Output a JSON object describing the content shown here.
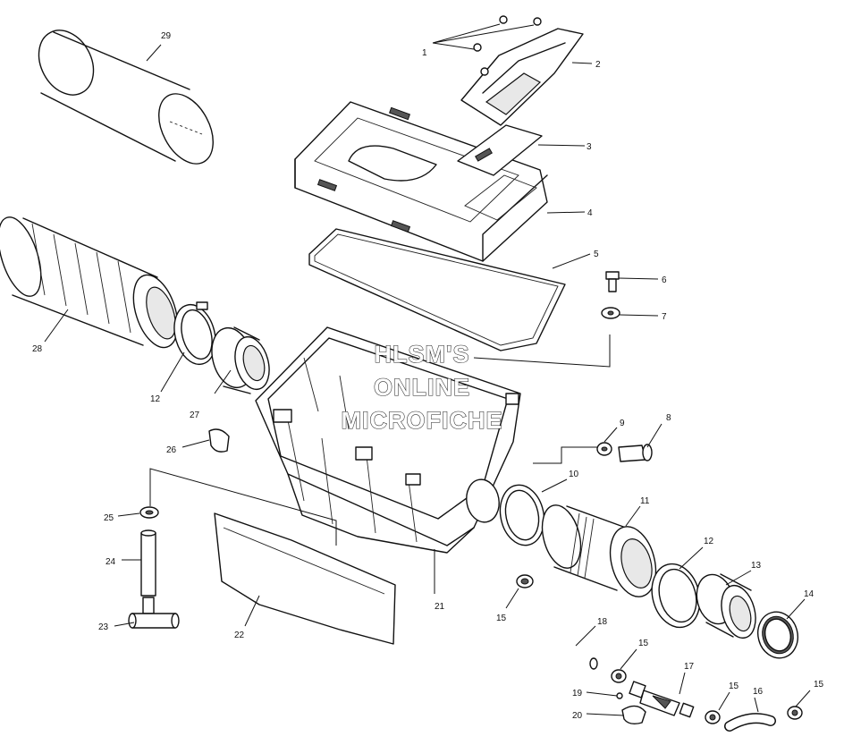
{
  "watermark": {
    "line1": "HLSM'S",
    "line2": "ONLINE",
    "line3": "MICROFICHE"
  },
  "callouts": [
    {
      "id": "c1",
      "label": "1"
    },
    {
      "id": "c2",
      "label": "2"
    },
    {
      "id": "c3",
      "label": "3"
    },
    {
      "id": "c4",
      "label": "4"
    },
    {
      "id": "c5",
      "label": "5"
    },
    {
      "id": "c6",
      "label": "6"
    },
    {
      "id": "c7",
      "label": "7"
    },
    {
      "id": "c8",
      "label": "8"
    },
    {
      "id": "c9",
      "label": "9"
    },
    {
      "id": "c10",
      "label": "10"
    },
    {
      "id": "c11",
      "label": "11"
    },
    {
      "id": "c12a",
      "label": "12"
    },
    {
      "id": "c12b",
      "label": "12"
    },
    {
      "id": "c13",
      "label": "13"
    },
    {
      "id": "c14",
      "label": "14"
    },
    {
      "id": "c15a",
      "label": "15"
    },
    {
      "id": "c15b",
      "label": "15"
    },
    {
      "id": "c15c",
      "label": "15"
    },
    {
      "id": "c15d",
      "label": "15"
    },
    {
      "id": "c16",
      "label": "16"
    },
    {
      "id": "c17",
      "label": "17"
    },
    {
      "id": "c18",
      "label": "18"
    },
    {
      "id": "c19",
      "label": "19"
    },
    {
      "id": "c20",
      "label": "20"
    },
    {
      "id": "c21",
      "label": "21"
    },
    {
      "id": "c22",
      "label": "22"
    },
    {
      "id": "c23",
      "label": "23"
    },
    {
      "id": "c24",
      "label": "24"
    },
    {
      "id": "c25",
      "label": "25"
    },
    {
      "id": "c26",
      "label": "26"
    },
    {
      "id": "c27",
      "label": "27"
    },
    {
      "id": "c28",
      "label": "28"
    },
    {
      "id": "c29",
      "label": "29"
    }
  ]
}
